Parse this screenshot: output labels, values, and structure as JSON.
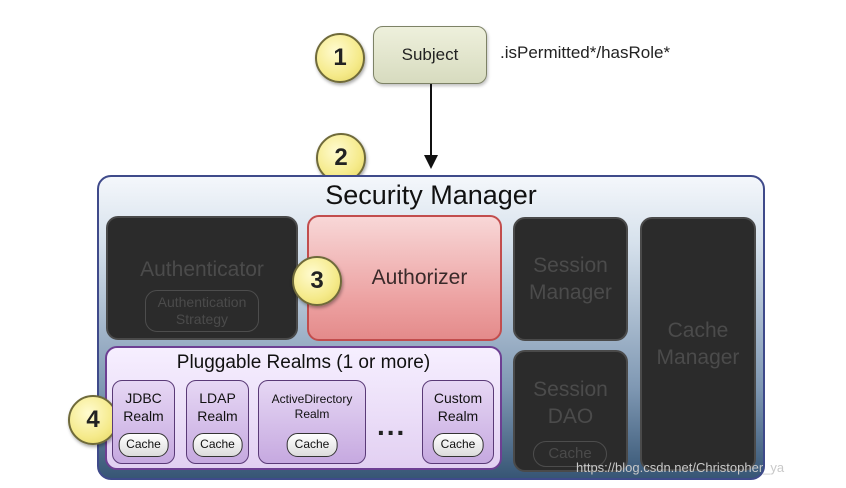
{
  "badges": [
    "1",
    "2",
    "3",
    "4"
  ],
  "subject": {
    "label": "Subject",
    "method": ".isPermitted*/hasRole*"
  },
  "security_manager": {
    "title": "Security Manager",
    "authenticator": {
      "label": "Authenticator",
      "strategy": "Authentication Strategy"
    },
    "authorizer": "Authorizer",
    "session_manager": "Session Manager",
    "cache_manager": "Cache Manager",
    "session_dao": {
      "label": "Session DAO",
      "cache": "Cache"
    },
    "pluggable_realms": {
      "title": "Pluggable Realms (1 or more)",
      "realms": [
        {
          "label": "JDBC Realm",
          "cache": "Cache"
        },
        {
          "label": "LDAP Realm",
          "cache": "Cache"
        },
        {
          "label": "ActiveDirectory Realm",
          "cache": "Cache"
        },
        {
          "label": "Custom Realm",
          "cache": "Cache"
        }
      ],
      "ellipsis": "..."
    }
  },
  "watermark": "https://blog.csdn.net/Christopher_ya",
  "colors": {
    "badge": "#f5ea8a",
    "subject": "#d7dbbf",
    "authorizer": "#eca0a0",
    "realms": "#c6a9e0",
    "security_manager_border": "#3f4a8a",
    "inactive_box": "#2b2b2b"
  }
}
